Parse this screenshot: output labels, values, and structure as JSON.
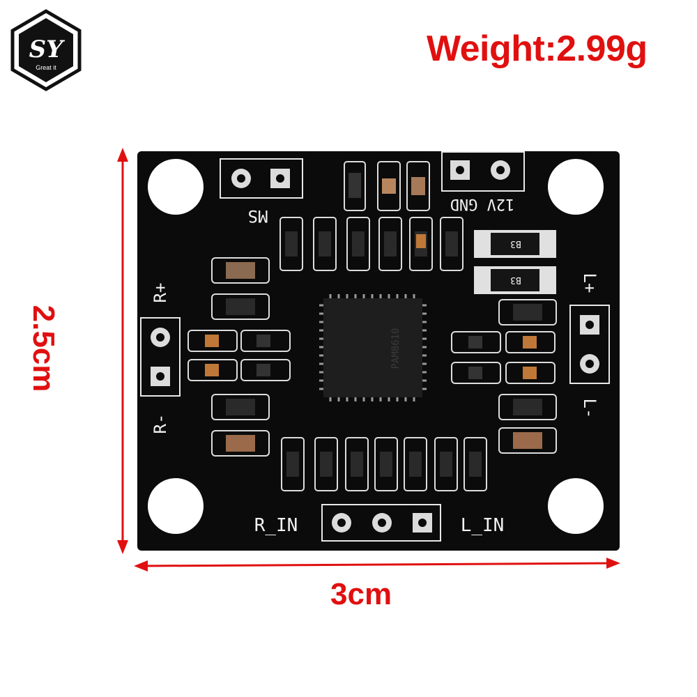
{
  "logo": {
    "letters": "SY",
    "tagline": "Great it"
  },
  "weight_label": "Weight:2.99g",
  "dimensions": {
    "width": "3cm",
    "height": "2.5cm"
  },
  "colors": {
    "annotation": "#e01010",
    "pcb": "#0b0b0b",
    "silkscreen": "#f2f2f2"
  },
  "board_labels": {
    "ms": "MS",
    "power": "12V GND",
    "r_plus": "R+",
    "r_minus": "R-",
    "l_plus": "L+",
    "l_minus": "L-",
    "r_in": "R_IN",
    "l_in": "L_IN",
    "chip": "PAM8610",
    "diode_1": "B3",
    "diode_2": "B3"
  }
}
